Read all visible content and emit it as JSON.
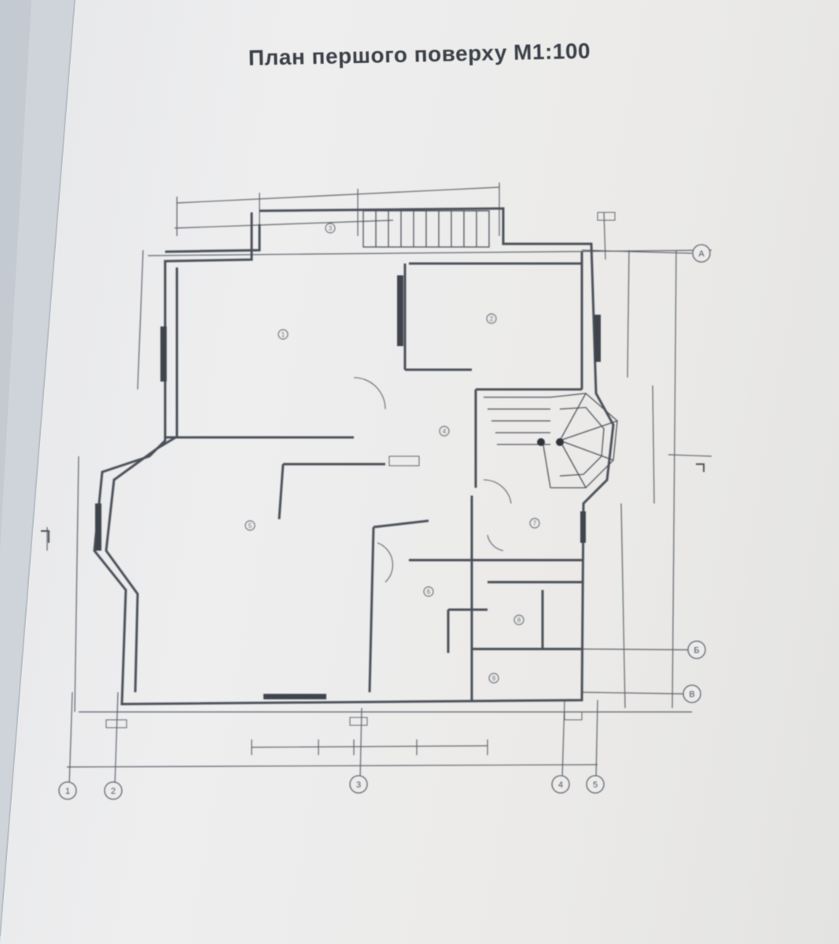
{
  "title": "План першого поверху М1:100",
  "axes": {
    "vertical": [
      {
        "label": "1"
      },
      {
        "label": "2"
      },
      {
        "label": "3"
      },
      {
        "label": "4"
      },
      {
        "label": "5"
      }
    ],
    "horizontal": [
      {
        "label": "А"
      },
      {
        "label": "Б"
      },
      {
        "label": "В"
      }
    ]
  },
  "rooms": [
    {
      "label": "1"
    },
    {
      "label": "2"
    },
    {
      "label": "3"
    },
    {
      "label": "4"
    },
    {
      "label": "5"
    },
    {
      "label": "6"
    },
    {
      "label": "7"
    },
    {
      "label": "8"
    },
    {
      "label": "9"
    }
  ],
  "colors": {
    "ink": "#5a5f68",
    "paper": "#ececec",
    "wall": "#4a4f58"
  }
}
